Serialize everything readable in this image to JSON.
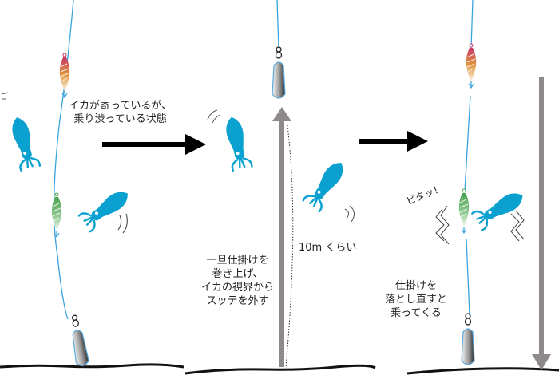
{
  "colors": {
    "line": "#3aa3dd",
    "squid": "#0aa0d0",
    "arrow_black": "#000000",
    "arrow_gray": "#8e8a8a",
    "sinker_dark": "#3a3a3a",
    "sinker_light": "#f2f2f2",
    "jig_top_pink": "#c8356a",
    "jig_mid_orange": "#e0953a",
    "jig_green": "#4da854",
    "text": "#222222"
  },
  "panels": [
    {
      "id": "panel-1",
      "caption_lines": [
        "イカが寄っているが、",
        "乗り渋っている状態"
      ],
      "icons": [
        "fishing-line",
        "pink-squid-jig",
        "green-squid-jig",
        "sinker",
        "squid",
        "squid"
      ]
    },
    {
      "id": "panel-2",
      "caption_lines": [
        "一旦仕掛けを",
        "巻き上げ、",
        "イカの視界から",
        "スッテを外す"
      ],
      "distance_label": "10m くらい",
      "icons": [
        "fishing-line",
        "sinker",
        "up-arrow",
        "squid",
        "squid"
      ]
    },
    {
      "id": "panel-3",
      "caption_lines": [
        "仕掛けを",
        "落とし直すと",
        "乗ってくる"
      ],
      "sound_effect": "ピタッ！",
      "icons": [
        "fishing-line",
        "pink-squid-jig",
        "green-squid-jig",
        "sinker",
        "down-arrow",
        "squid"
      ]
    }
  ],
  "transitions": [
    {
      "from": "panel-1",
      "to": "panel-2",
      "icon": "right-arrow"
    },
    {
      "from": "panel-2",
      "to": "panel-3",
      "icon": "right-arrow"
    }
  ]
}
